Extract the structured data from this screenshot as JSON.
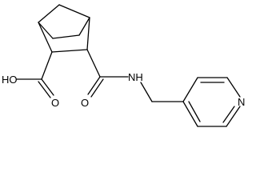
{
  "molecule": {
    "atoms": {
      "hydroxyl": "HO",
      "carbonyl_oxygen_acid": "O",
      "carbonyl_oxygen_amide": "O",
      "amide_nitrogen": "NH",
      "pyridine_nitrogen": "N"
    }
  }
}
